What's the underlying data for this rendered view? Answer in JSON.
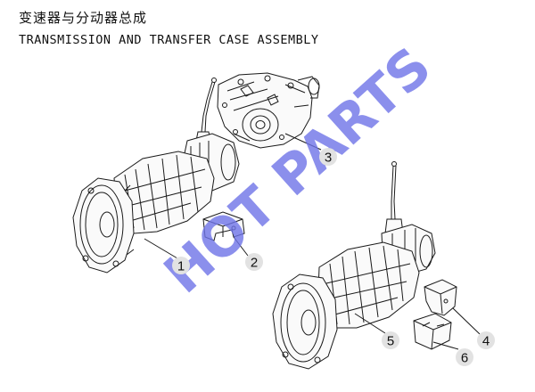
{
  "header": {
    "title_cn": "变速器与分动器总成",
    "title_en": "TRANSMISSION AND TRANSFER CASE ASSEMBLY"
  },
  "watermark": {
    "text": "HOT PARTS",
    "color": "#6f74e8"
  },
  "callouts": [
    {
      "id": "1",
      "label": "1"
    },
    {
      "id": "2",
      "label": "2"
    },
    {
      "id": "3",
      "label": "3"
    },
    {
      "id": "4",
      "label": "4"
    },
    {
      "id": "5",
      "label": "5"
    },
    {
      "id": "6",
      "label": "6"
    }
  ],
  "colors": {
    "line": "#1a1a1a",
    "circle": "#e2e2e2"
  }
}
